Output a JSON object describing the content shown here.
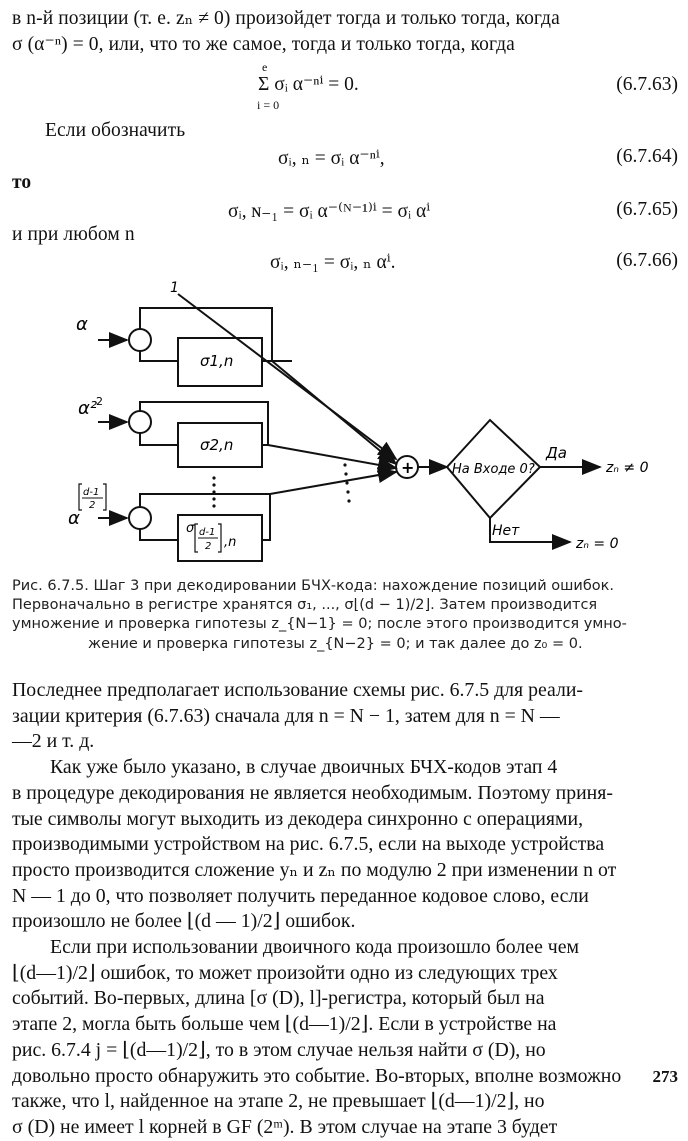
{
  "top_text": {
    "line1": "в n-й позиции (т. е. zₙ ≠ 0) произойдет тогда и только тогда, когда",
    "line2": "σ (α⁻ⁿ) = 0, или, что то же самое, тогда и только тогда, когда"
  },
  "equations": [
    {
      "text": "Σ σᵢ α⁻ⁿⁱ = 0.",
      "sum_top": "e",
      "sum_bottom": "i = 0",
      "number": "(6.7.63)"
    },
    {
      "lead": "Если обозначить",
      "text": "σᵢ, ₙ = σᵢ α⁻ⁿⁱ,",
      "number": "(6.7.64)"
    },
    {
      "lead": "то",
      "text": "σᵢ, ɴ₋₁ = σᵢ α⁻⁽ᴺ⁻¹⁾ⁱ = σᵢ αⁱ",
      "number": "(6.7.65)"
    },
    {
      "lead": "и при любом n",
      "text": "σᵢ, ₙ₋₁ = σᵢ, ₙ αⁱ.",
      "number": "(6.7.66)"
    }
  ],
  "diagram": {
    "input_one": "1",
    "alpha_labels": [
      "α",
      "α²",
      "α"
    ],
    "alpha_exp_frac": {
      "num": "d-1",
      "den": "2"
    },
    "registers": [
      "σ1,n",
      "σ2,n",
      "σ"
    ],
    "register3_frac": {
      "num": "d-1",
      "den": "2"
    },
    "register3_suffix": ",n",
    "adder": "+",
    "decision": "На Входе 0?",
    "yes_label": "Да",
    "no_label": "Нет",
    "yes_out": "zₙ ≠ 0",
    "no_out": "zₙ = 0"
  },
  "caption": {
    "line1": "Рис. 6.7.5. Шаг 3 при декодировании БЧХ-кода: нахождение позиций ошибок.",
    "line2": "Первоначально в регистре хранятся σ₁, ..., σ⌊(d − 1)/2⌋. Затем производится",
    "line3": "умножение и проверка гипотезы    z_{N−1} = 0; после этого производится умно-",
    "line4": "жение и проверка гипотезы    z_{N−2} = 0; и так далее до z₀ = 0."
  },
  "body": [
    "Последнее предполагает использование схемы рис. 6.7.5 для реали-",
    "зации критерия (6.7.63) сначала для n = N − 1, затем для n = N —",
    "—2 и т. д.",
    "Как уже было указано, в случае двоичных БЧХ-кодов этап 4",
    "в процедуре декодирования не является необходимым. Поэтому приня-",
    "тые символы могут выходить из декодера синхронно с операциями,",
    "производимыми устройством на рис. 6.7.5, если на выходе устройства",
    "просто производится сложение yₙ и zₙ по модулю 2 при изменении n от",
    "N — 1 до 0, что позволяет получить переданное кодовое слово, если",
    "произошло не более ⌊(d — 1)/2⌋ ошибок.",
    "Если при использовании двоичного кода произошло более чем",
    "⌊(d—1)/2⌋ ошибок, то может произойти одно из следующих трех",
    "событий. Во-первых, длина [σ (D), l]-регистра, который был на",
    "этапе 2, могла быть больше чем ⌊(d—1)/2⌋. Если в устройстве на",
    "рис. 6.7.4 j = ⌊(d—1)/2⌋, то в этом случае нельзя найти σ (D), но",
    "довольно просто обнаружить это событие. Во-вторых, вполне возможно",
    "также, что l, найденное на этапе 2, не превышает ⌊(d—1)/2⌋, но",
    "σ (D) не имеет l корней в GF (2ᵐ). В этом случае на этапе 3 будет"
  ],
  "page_number": "273"
}
